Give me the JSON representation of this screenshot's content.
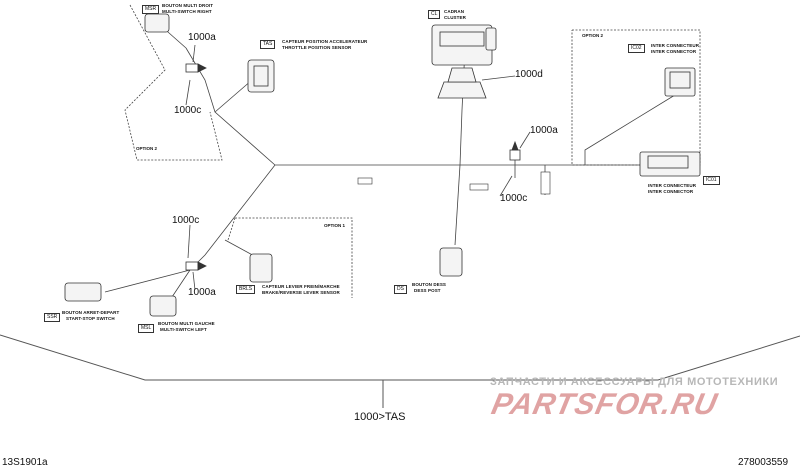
{
  "connectors": {
    "msr": {
      "code": "MSR",
      "line1": "BOUTON MULTI DROIT",
      "line2": "MULTI-SWITCH RIGHT"
    },
    "tas": {
      "code": "TAS",
      "line1": "CAPTEUR POSITION ACCELERATEUR",
      "line2": "THROTTLE POSITION SENSOR"
    },
    "cl": {
      "code": "CL",
      "line1": "CADRAN",
      "line2": "CLUSTER"
    },
    "ic02": {
      "code": "IC02",
      "line1": "INTER CONNECTEUR",
      "line2": "INTER CONNECTOR"
    },
    "ic01": {
      "code": "IC01",
      "line1": "INTER CONNECTEUR",
      "line2": "INTER CONNECTOR"
    },
    "ssr": {
      "code": "SSR",
      "line1": "BOUTON ARRET-DEPART",
      "line2": "START-STOP SWITCH"
    },
    "msl": {
      "code": "MSL",
      "line1": "BOUTON MULTI GAUCHE",
      "line2": "MULTI-SWITCH LEFT"
    },
    "brls": {
      "code": "BRLS",
      "line1": "CAPTEUR LEVIER FREIN/MARCHE",
      "line2": "BRAKE/REVERSE LEVER SENSOR"
    },
    "ds": {
      "code": "DS",
      "line1": "BOUTON DESS",
      "line2": "DESS POST"
    }
  },
  "options": {
    "opt2_left": "OPTION 2",
    "opt1": "OPTION 1",
    "opt2_right": "OPTION 2"
  },
  "callouts": {
    "c_1000a_top": "1000a",
    "c_1000c_top": "1000c",
    "c_1000d": "1000d",
    "c_1000a_right": "1000a",
    "c_1000c_right": "1000c",
    "c_1000c_mid": "1000c",
    "c_1000a_low": "1000a",
    "main": "1000>TAS"
  },
  "footer": {
    "left": "13S1901a",
    "right": "278003559"
  },
  "watermark": {
    "top": "ЗАПЧАСТИ И АКСЕССУАРЫ ДЛЯ МОТОТЕХНИКИ",
    "logo": "PARTSFOR.RU"
  },
  "colors": {
    "line": "#444444",
    "watermark_logo": "#e0a3a3",
    "watermark_text": "#b7b7b7"
  }
}
